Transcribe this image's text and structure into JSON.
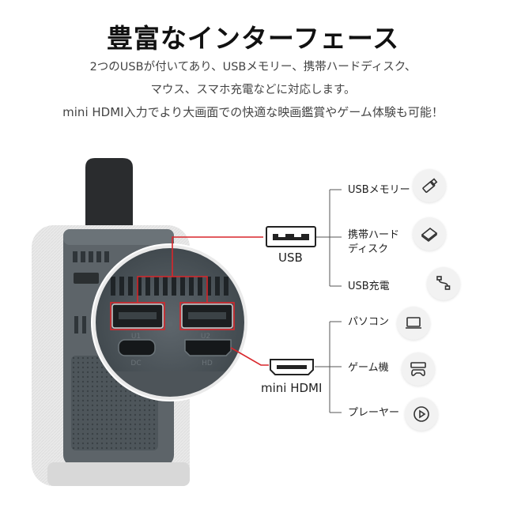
{
  "title": "豊富なインターフェース",
  "description": {
    "line1": "2つのUSBが付いてあり、USBメモリー、携帯ハードディスク、",
    "line2": "マウス、スマホ充電などに対応します。",
    "line3": "mini HDMI入力でより大画面での快適な映画鑑賞やゲーム体験も可能！"
  },
  "ports": {
    "usb": {
      "label": "USB"
    },
    "hdmi": {
      "label": "mini HDMI"
    }
  },
  "usb_uses": [
    {
      "label": "USBメモリー",
      "icon": "usb-stick-icon"
    },
    {
      "label": "携帯ハード\nディスク",
      "icon": "hard-disk-icon"
    },
    {
      "label": "USB充電",
      "icon": "charging-cable-icon"
    }
  ],
  "hdmi_uses": [
    {
      "label": "パソコン",
      "icon": "laptop-icon"
    },
    {
      "label": "ゲーム機",
      "icon": "game-console-icon"
    },
    {
      "label": "プレーヤー",
      "icon": "play-icon"
    }
  ],
  "zoom_labels": {
    "u1": "U1",
    "u2": "U2",
    "dc": "DC",
    "hd": "HD"
  },
  "colors": {
    "accent_red": "#d9262b",
    "device_grey": "#5d6469",
    "device_white": "#ececec"
  }
}
